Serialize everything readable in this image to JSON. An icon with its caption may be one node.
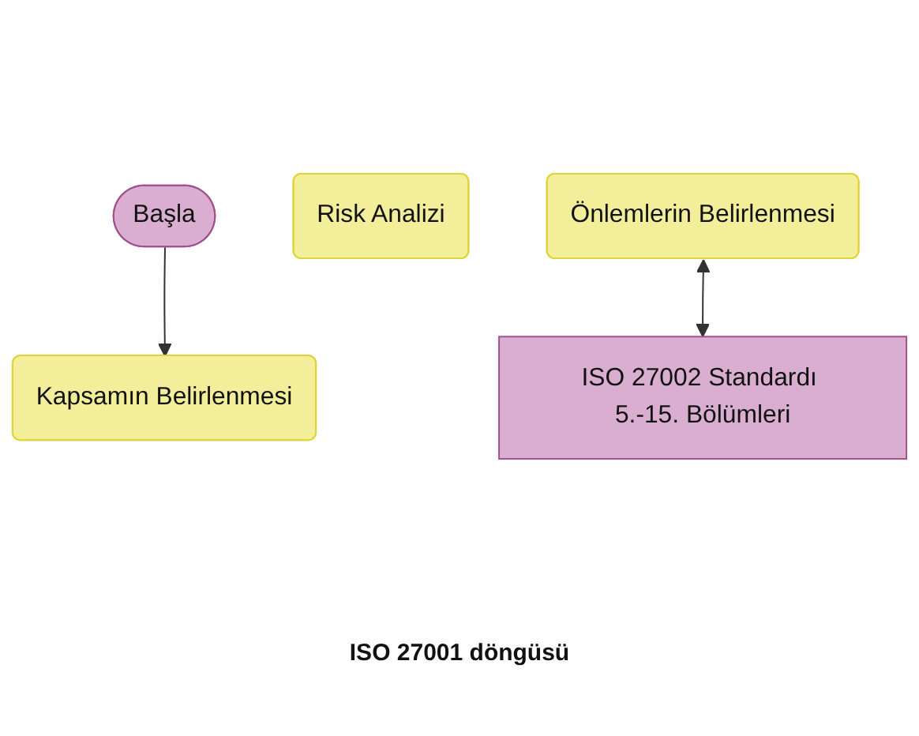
{
  "diagram": {
    "nodes": [
      {
        "text": [
          "Başla"
        ]
      },
      {
        "text": [
          "Kapsamın Belirlenmesi"
        ]
      },
      {
        "text": [
          "Risk Analizi"
        ]
      },
      {
        "text": [
          "Önlemlerin Belirlenmesi"
        ]
      },
      {
        "text": [
          "ISO 27002 Standardı 5.-15. Bölümleri"
        ]
      }
    ],
    "edges": [
      {
        "from": 0,
        "to": 1,
        "arrow": "to"
      },
      {
        "from": 3,
        "to": 4,
        "arrow": "both"
      }
    ],
    "labels": [
      "ISO 27001 döngüsü"
    ]
  }
}
